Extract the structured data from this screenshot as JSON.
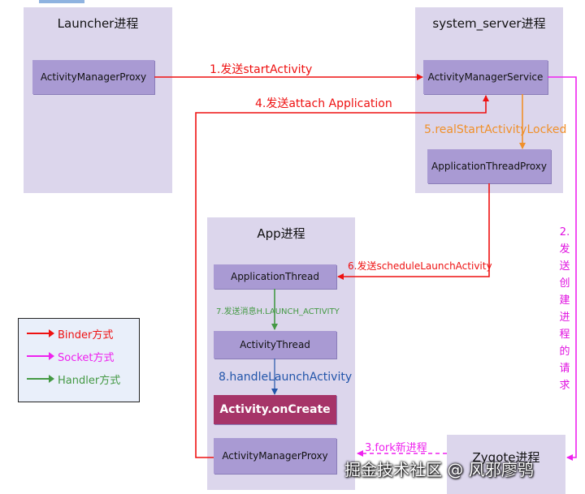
{
  "processes": {
    "launcher": "Launcher进程",
    "system_server": "system_server进程",
    "app": "App进程",
    "zygote": "Zygote进程"
  },
  "boxes": {
    "launcher_amp": "ActivityManagerProxy",
    "ams": "ActivityManagerService",
    "atp": "ApplicationThreadProxy",
    "app_thread": "ApplicationThread",
    "activity_thread": "ActivityThread",
    "on_create": "Activity.onCreate",
    "app_amp": "ActivityManagerProxy"
  },
  "steps": {
    "s1": "1.发送startActivity",
    "s2": "2.发送创建进程的请求",
    "s3": "3.fork新进程",
    "s4": "4.发送attach Application",
    "s5": "5.realStartActivityLocked",
    "s6": "6.发送scheduleLaunchActivity",
    "s7": "7.发送消息H.LAUNCH_ACTIVITY",
    "s8": "8.handleLaunchActivity"
  },
  "legend": {
    "binder": "Binder方式",
    "socket": "Socket方式",
    "handler": "Handler方式"
  },
  "watermark": "掘金技术社区 @ 风邪廖鸮",
  "colors": {
    "binder": "#ee1111",
    "socket": "#ee22ee",
    "handler": "#449944",
    "orange": "#f0902a",
    "blue": "#2255aa",
    "process_bg": "#dcd6ec",
    "box_bg": "#a99ad3",
    "oncreate_bg": "#a63468"
  }
}
